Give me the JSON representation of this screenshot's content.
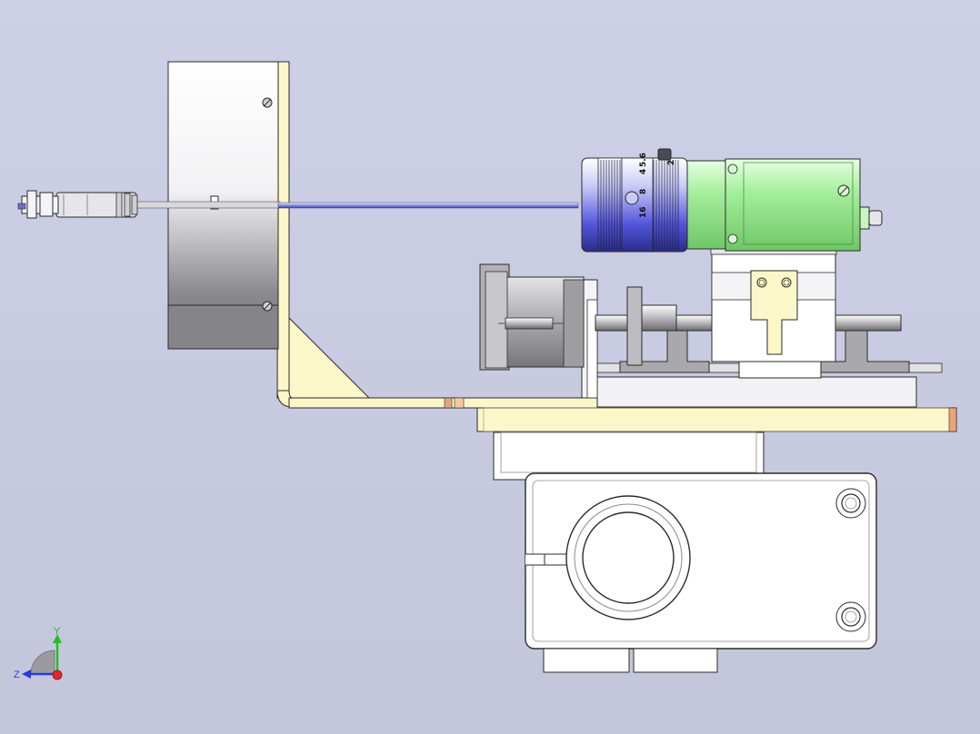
{
  "viewport": {
    "background_top": "#cdd0e6",
    "background_bottom": "#c3c6db"
  },
  "colors": {
    "bracket": "#fbf7c8",
    "camera_body": "#a6ef9e",
    "lens": "#5d5fe0",
    "metal": "#e8e8ec",
    "edge": "#2b2b2b",
    "accent_orange": "#e9a57a"
  },
  "lens_markings": {
    "f_stop_4": "4",
    "f_stop_5_6": "5.6",
    "f_stop_8": "8",
    "f_stop_16": "16",
    "f_stop_top": "2"
  },
  "triad": {
    "x_label": "",
    "y_label": "Y",
    "z_label": "Z",
    "x_color": "#e3262c",
    "y_color": "#1ec21e",
    "z_color": "#2b3ae0"
  }
}
